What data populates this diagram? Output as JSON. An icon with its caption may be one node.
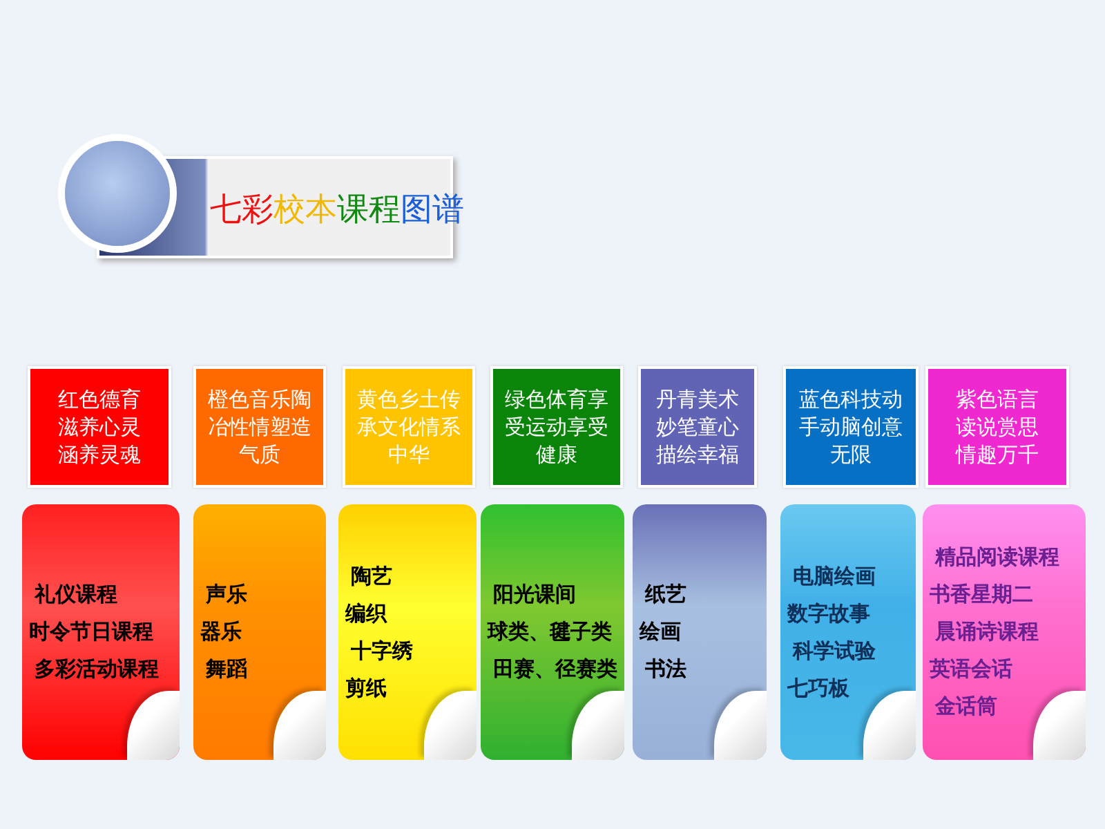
{
  "diagram": {
    "title": "七彩校本课程图谱",
    "nodes": [
      {
        "text": [
          "红色德育滋养心灵涵养灵魂"
        ]
      },
      {
        "text": [
          "橙色音乐陶冶性情塑造气质"
        ]
      },
      {
        "text": [
          "黄色乡土传承文化情系中华"
        ]
      },
      {
        "text": [
          "绿色体育享受运动享受健康"
        ]
      },
      {
        "text": [
          "丹青美术妙笔童心描绘幸福"
        ]
      },
      {
        "text": [
          "蓝色科技动手动脑创意无限"
        ]
      },
      {
        "text": [
          "紫色语言读说赏思情趣万千"
        ]
      },
      {
        "text": [
          "礼仪课程",
          "时令节日课程",
          "多彩活动课程"
        ]
      },
      {
        "text": [
          "声乐",
          "器乐",
          "舞蹈"
        ]
      },
      {
        "text": [
          "陶艺",
          "编织",
          "十字绣",
          "剪纸"
        ]
      },
      {
        "text": [
          "阳光课间",
          "球类、毽子类",
          "田赛、径赛类"
        ]
      },
      {
        "text": [
          "纸艺",
          "绘画",
          "书法"
        ]
      },
      {
        "text": [
          "电脑绘画",
          "数字故事",
          "科学试验",
          "七巧板"
        ]
      },
      {
        "text": [
          "精品阅读课程",
          "书香星期二",
          "晨诵诗课程",
          "英语会话",
          "金话筒"
        ]
      }
    ]
  }
}
